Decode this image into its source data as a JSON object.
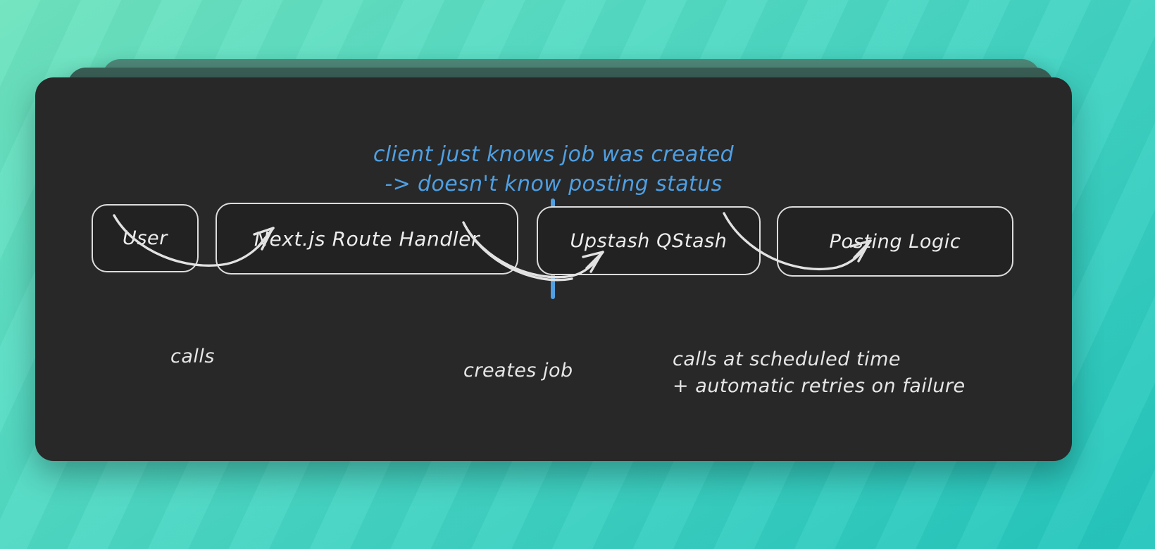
{
  "background": {
    "gradient_from": "#6fe3bd",
    "gradient_to": "#24c6bd"
  },
  "cards": {
    "front_color": "#282828",
    "mid_color": "#3a5f55",
    "back_color": "#4e8878"
  },
  "diagram": {
    "annotation": {
      "line1": "client just knows job was created",
      "line2": "-> doesn't know posting status",
      "color": "#4f9fe2"
    },
    "divider": {
      "color": "#4f9fe2"
    },
    "nodes": [
      {
        "id": "user",
        "label": "User"
      },
      {
        "id": "route-handler",
        "label": "Next.js Route Handler"
      },
      {
        "id": "qstash",
        "label": "Upstash QStash"
      },
      {
        "id": "posting-logic",
        "label": "Posting Logic"
      }
    ],
    "edges": [
      {
        "id": "calls",
        "label": "calls"
      },
      {
        "id": "creates-job",
        "label": "creates job"
      },
      {
        "id": "scheduled",
        "label": "calls at scheduled time\n+ automatic retries on failure"
      }
    ]
  }
}
